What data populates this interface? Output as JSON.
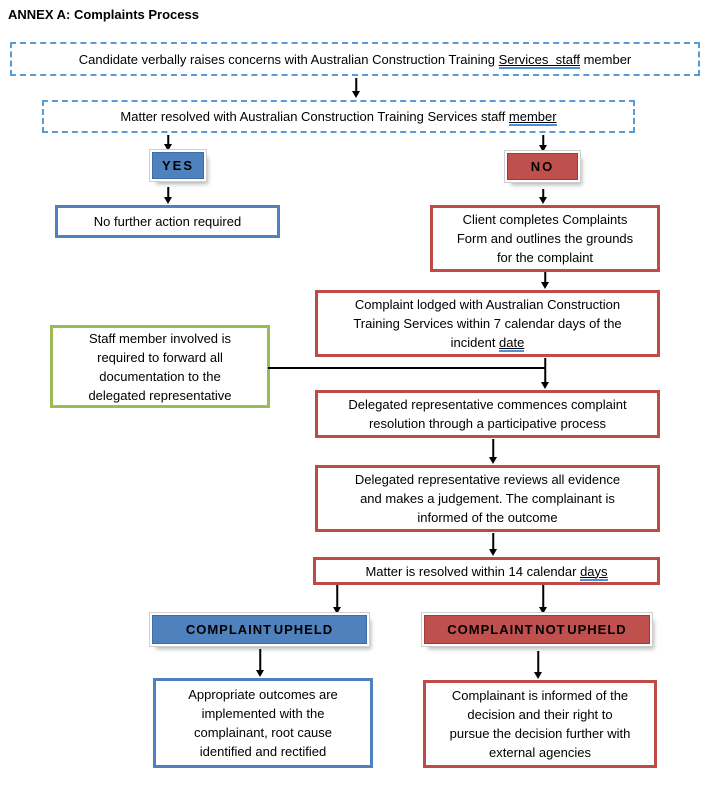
{
  "title": "ANNEX A: Complaints Process",
  "colors": {
    "blue_fill": "#4f81bd",
    "red_fill": "#c0504d",
    "blue_border": "#4f81bd",
    "red_border": "#be4b48",
    "green_border": "#9bbb59",
    "dashed_border_blue": "#5b9bd5",
    "link_underline_blue": "#4a90d9"
  },
  "nodes": {
    "start": {
      "pre": "Candidate verbally raises concerns with Australian Construction Training ",
      "link": "Services  staff",
      "post": " member"
    },
    "resolved": {
      "pre": "Matter resolved with Australian Construction Training Services staff ",
      "link": "member",
      "post": ""
    },
    "yes_label": "YES",
    "no_label": "NO",
    "no_action": "No further action required",
    "client_completes": "Client completes Complaints\nForm and outlines the grounds\nfor the complaint",
    "lodged": {
      "pre": "Complaint lodged with Australian Construction\nTraining Services within 7 calendar days of the\nincident ",
      "link": "date",
      "post": ""
    },
    "staff_involved": "Staff member involved is\nrequired to forward all\ndocumentation to the\ndelegated representative",
    "commences": "Delegated representative commences complaint\nresolution through a participative process",
    "reviews": "Delegated representative reviews all evidence\nand makes a judgement.  The complainant is\ninformed of the outcome",
    "matter_resolved": {
      "pre": "Matter is resolved within 14 calendar ",
      "link": "days",
      "post": ""
    },
    "upheld_label": "COMPLAINT UPHELD",
    "not_upheld_label": "COMPLAINT NOT UPHELD",
    "outcomes": "Appropriate outcomes are\nimplemented with the\ncomplainant, root cause\nidentified and rectified",
    "informed": "Complainant is informed of the\ndecision and their right to\npursue the decision further with\nexternal agencies"
  }
}
